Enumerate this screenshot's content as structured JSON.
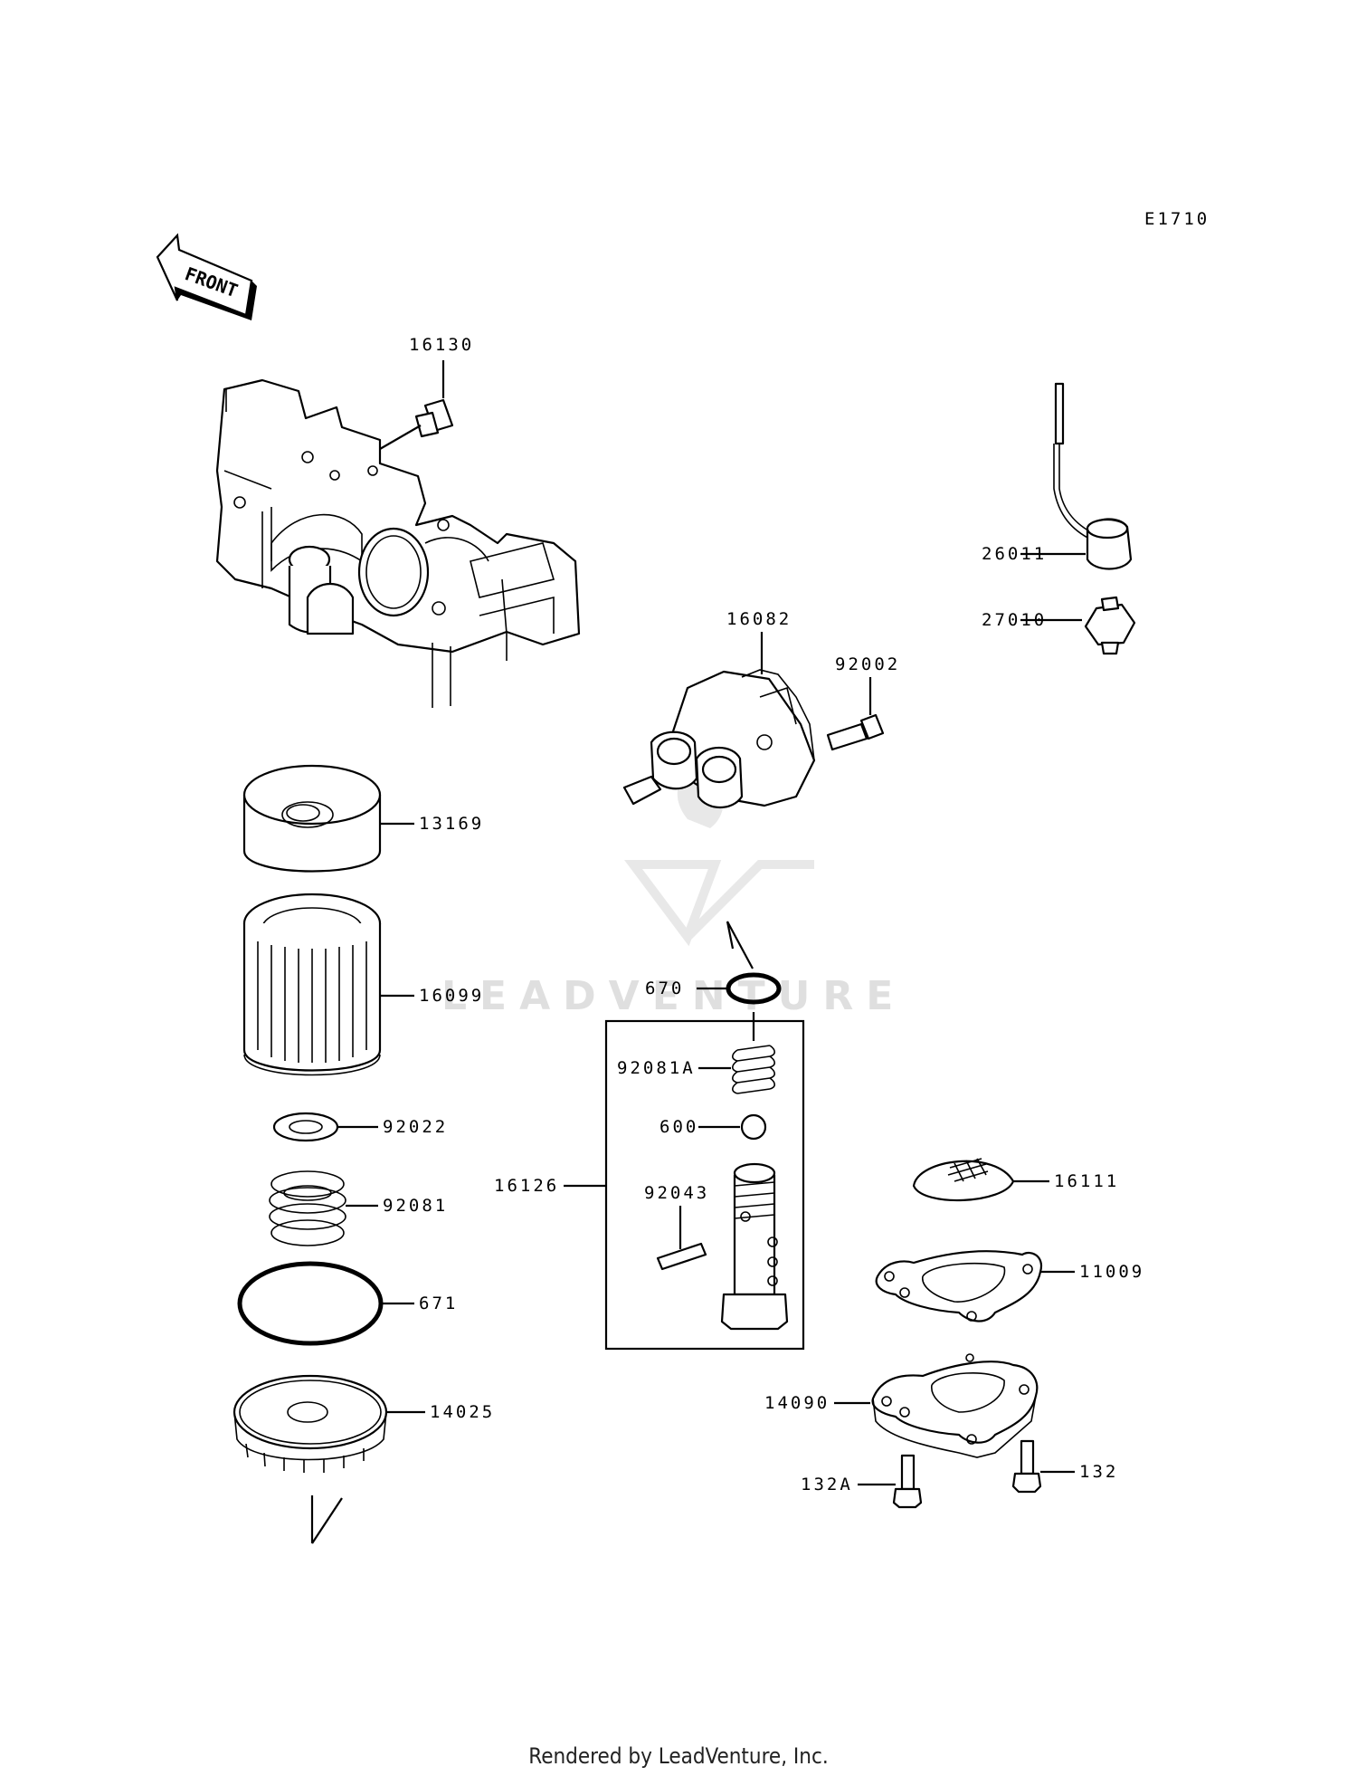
{
  "diagram_code": "E1710",
  "front_label": "FRONT",
  "watermark": "LEADVENTURE",
  "footer": "Rendered by LeadVenture, Inc.",
  "parts": [
    {
      "id": "16130"
    },
    {
      "id": "26011"
    },
    {
      "id": "27010"
    },
    {
      "id": "16082"
    },
    {
      "id": "92002"
    },
    {
      "id": "13169"
    },
    {
      "id": "16099"
    },
    {
      "id": "670"
    },
    {
      "id": "92081A"
    },
    {
      "id": "600"
    },
    {
      "id": "16126"
    },
    {
      "id": "92043"
    },
    {
      "id": "92022"
    },
    {
      "id": "92081"
    },
    {
      "id": "671"
    },
    {
      "id": "14025"
    },
    {
      "id": "16111"
    },
    {
      "id": "11009"
    },
    {
      "id": "14090"
    },
    {
      "id": "132A"
    },
    {
      "id": "132"
    }
  ]
}
